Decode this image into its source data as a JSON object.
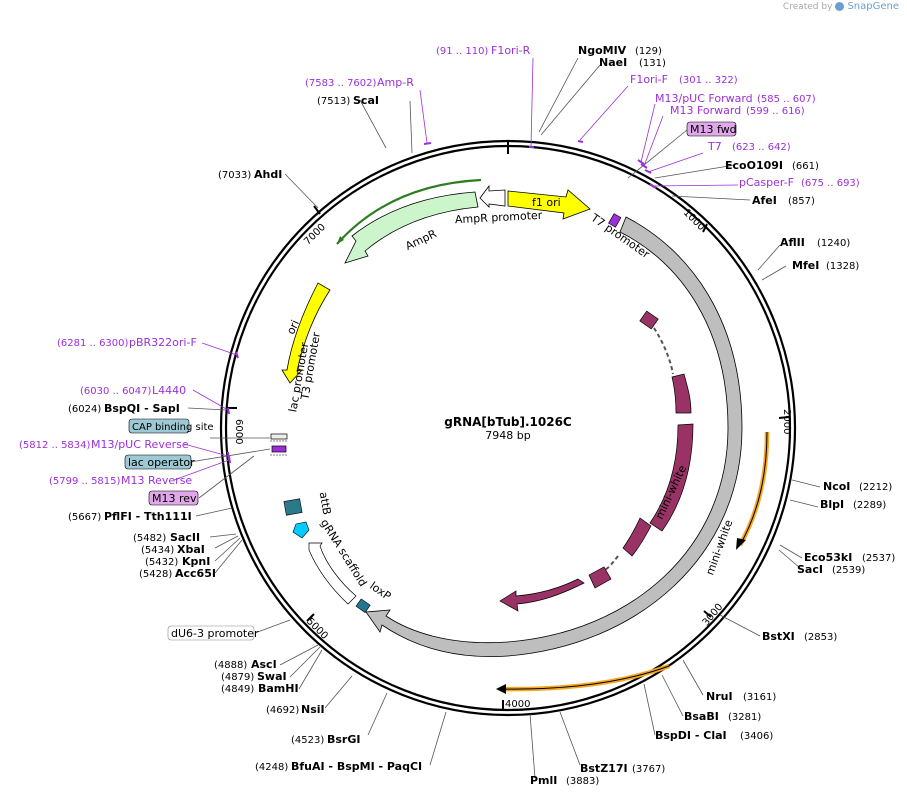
{
  "header": {
    "created_by": "Created by",
    "brand": "SnapGene"
  },
  "map": {
    "name": "gRNA[bTub].1026C",
    "size_label": "7948 bp",
    "length": 7948,
    "tick_labels": [
      "1000",
      "2000",
      "3000",
      "4000",
      "5000",
      "6000",
      "7000"
    ]
  },
  "sites": [
    {
      "name": "NgoMIV",
      "pos": "(129)"
    },
    {
      "name": "NaeI",
      "pos": "(131)"
    },
    {
      "name": "EcoO109I",
      "pos": "(661)"
    },
    {
      "name": "AfeI",
      "pos": "(857)"
    },
    {
      "name": "AflII",
      "pos": "(1240)"
    },
    {
      "name": "MfeI",
      "pos": "(1328)"
    },
    {
      "name": "NcoI",
      "pos": "(2212)"
    },
    {
      "name": "BlpI",
      "pos": "(2289)"
    },
    {
      "name": "Eco53kI",
      "pos": "(2537)"
    },
    {
      "name": "SacI",
      "pos": "(2539)"
    },
    {
      "name": "BstXI",
      "pos": "(2853)"
    },
    {
      "name": "NruI",
      "pos": "(3161)"
    },
    {
      "name": "BsaBI",
      "pos": "(3281)"
    },
    {
      "name": "BspDI - ClaI",
      "pos": "(3406)"
    },
    {
      "name": "BstZ17I",
      "pos": "(3767)"
    },
    {
      "name": "PmlI",
      "pos": "(3883)"
    },
    {
      "name": "BfuAI - BspMI - PaqCI",
      "pos": "(4248)"
    },
    {
      "name": "BsrGI",
      "pos": "(4523)"
    },
    {
      "name": "NsiI",
      "pos": "(4692)"
    },
    {
      "name": "BamHI",
      "pos": "(4849)"
    },
    {
      "name": "SwaI",
      "pos": "(4879)"
    },
    {
      "name": "AscI",
      "pos": "(4888)"
    },
    {
      "name": "Acc65I",
      "pos": "(5428)"
    },
    {
      "name": "KpnI",
      "pos": "(5432)"
    },
    {
      "name": "XbaI",
      "pos": "(5434)"
    },
    {
      "name": "SacII",
      "pos": "(5482)"
    },
    {
      "name": "PflFI - Tth111I",
      "pos": "(5667)"
    },
    {
      "name": "BspQI - SapI",
      "pos": "(6024)"
    },
    {
      "name": "AhdI",
      "pos": "(7033)"
    },
    {
      "name": "ScaI",
      "pos": "(7513)"
    }
  ],
  "primers": [
    {
      "name": "F1ori-R",
      "range": "(91 .. 110)"
    },
    {
      "name": "Amp-R",
      "range": "(7583 .. 7602)"
    },
    {
      "name": "F1ori-F",
      "range": "(301 .. 322)"
    },
    {
      "name": "M13/pUC Forward",
      "range": "(585 .. 607)"
    },
    {
      "name": "M13 Forward",
      "range": "(599 .. 616)"
    },
    {
      "name": "T7",
      "range": "(623 .. 642)"
    },
    {
      "name": "pCasper-F",
      "range": "(675 .. 693)"
    },
    {
      "name": "pBR322ori-F",
      "range": "(6281 .. 6300)"
    },
    {
      "name": "L4440",
      "range": "(6030 .. 6047)"
    },
    {
      "name": "M13/pUC Reverse",
      "range": "(5812 .. 5834)"
    },
    {
      "name": "M13 Reverse",
      "range": "(5799 .. 5815)"
    }
  ],
  "boxed_features": {
    "m13_fwd": "M13 fwd",
    "cap_site": "CAP binding site",
    "lac_operator": "lac operator",
    "m13_rev": "M13 rev",
    "du6_promoter": "dU6-3 promoter"
  },
  "features": {
    "f1_ori": "f1 ori",
    "ampr_promoter": "AmpR promoter",
    "ampr": "AmpR",
    "t7_promoter": "T7 promoter",
    "ori": "ori",
    "lac_promoter": "lac promoter",
    "t3_promoter": "T3 promoter",
    "attb": "attB",
    "grna_scaffold": "gRNA scaffold",
    "loxp": "loxP",
    "mini_white_inner": "mini-white",
    "mini_white_outer": "mini-white"
  },
  "colors": {
    "primer": "#9b30d9",
    "f1_ori": "#ffff00",
    "ampr": "#ccf5cc",
    "mini_white": "#993366",
    "gray_feature": "#bebebe",
    "box_blue": "#9dc9d4",
    "box_purple": "#e0a8e8",
    "attb": "#2a7a8c",
    "loxp": "#1f7791",
    "scaffold": "#00ccff",
    "orange_arrow": "#f5a623"
  }
}
